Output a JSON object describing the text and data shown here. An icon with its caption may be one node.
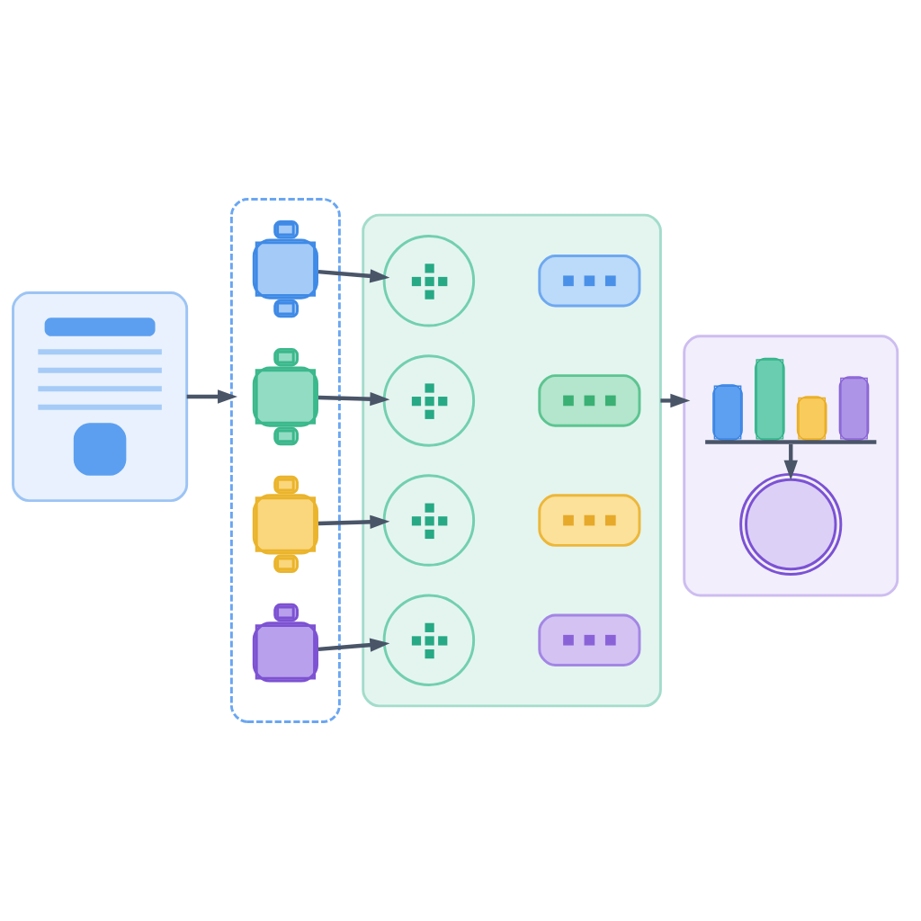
{
  "diagram": {
    "nodes": [
      {
        "text": [],
        "shape": "document"
      },
      {
        "text": [],
        "shape": "box"
      },
      {
        "text": [],
        "shape": "puzzle",
        "in": 1
      },
      {
        "text": [],
        "shape": "puzzle",
        "in": 1
      },
      {
        "text": [],
        "shape": "puzzle",
        "in": 1
      },
      {
        "text": [],
        "shape": "puzzle",
        "in": 1
      },
      {
        "text": [],
        "shape": "box"
      },
      {
        "text": [],
        "shape": "circle",
        "in": 6
      },
      {
        "text": [],
        "shape": "bubble",
        "in": 6
      },
      {
        "text": [],
        "shape": "circle",
        "in": 6
      },
      {
        "text": [],
        "shape": "bubble",
        "in": 6
      },
      {
        "text": [],
        "shape": "circle",
        "in": 6
      },
      {
        "text": [],
        "shape": "bubble",
        "in": 6
      },
      {
        "text": [],
        "shape": "circle",
        "in": 6
      },
      {
        "text": [],
        "shape": "bubble",
        "in": 6
      },
      {
        "text": [],
        "shape": "box"
      },
      {
        "text": [],
        "shape": "chart",
        "in": 15
      },
      {
        "text": [],
        "shape": "circle",
        "in": 15
      }
    ],
    "edges": [
      {
        "from": 0,
        "to": 1,
        "arrow": "to"
      },
      {
        "from": 2,
        "to": 7,
        "arrow": "to"
      },
      {
        "from": 3,
        "to": 9,
        "arrow": "to"
      },
      {
        "from": 4,
        "to": 11,
        "arrow": "to"
      },
      {
        "from": 5,
        "to": 13,
        "arrow": "to"
      },
      {
        "from": 6,
        "to": 15,
        "arrow": "to"
      },
      {
        "from": 16,
        "to": 17,
        "arrow": "to"
      }
    ]
  }
}
